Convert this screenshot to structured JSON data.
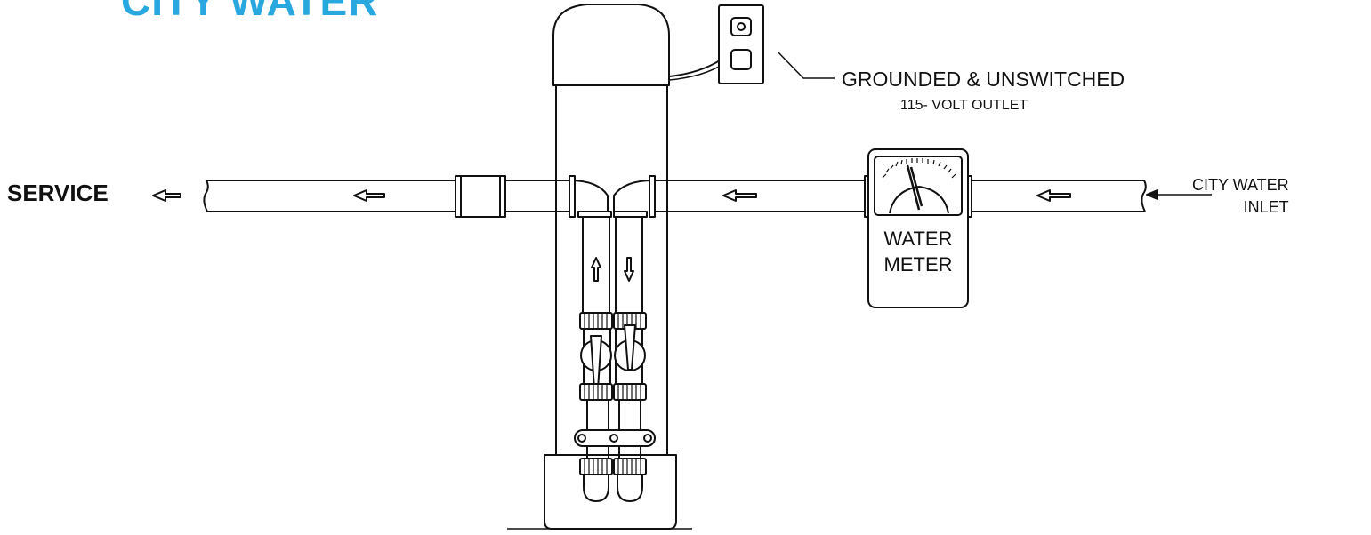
{
  "diagram": {
    "title": "CITY WATER",
    "colors": {
      "title": "#29a8e0",
      "line": "#111111",
      "fill": "#ffffff"
    },
    "labels": {
      "service": "SERVICE",
      "outlet_line1": "GROUNDED & UNSWITCHED",
      "outlet_line2": "115- VOLT OUTLET",
      "inlet_line1": "CITY WATER",
      "inlet_line2": "INLET",
      "meter_line1": "WATER",
      "meter_line2": "METER"
    }
  }
}
